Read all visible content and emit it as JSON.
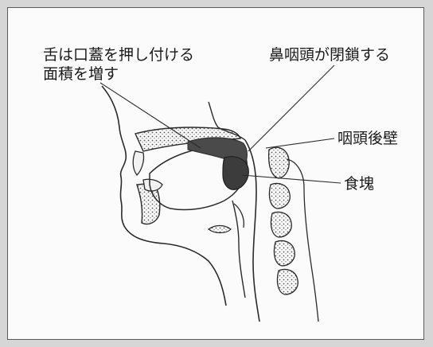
{
  "labels": {
    "tongue_line1": "舌は口蓋を押し付ける",
    "tongue_line2": "面積を増す",
    "nasopharynx": "鼻咽頭が閉鎖する",
    "pharyngeal_wall": "咽頭後壁",
    "bolus": "食塊"
  },
  "colors": {
    "background": "#d6d6d6",
    "frame": "#fbfbfb",
    "line": "#2a2a2a",
    "bolus": "#3c3c3c"
  }
}
